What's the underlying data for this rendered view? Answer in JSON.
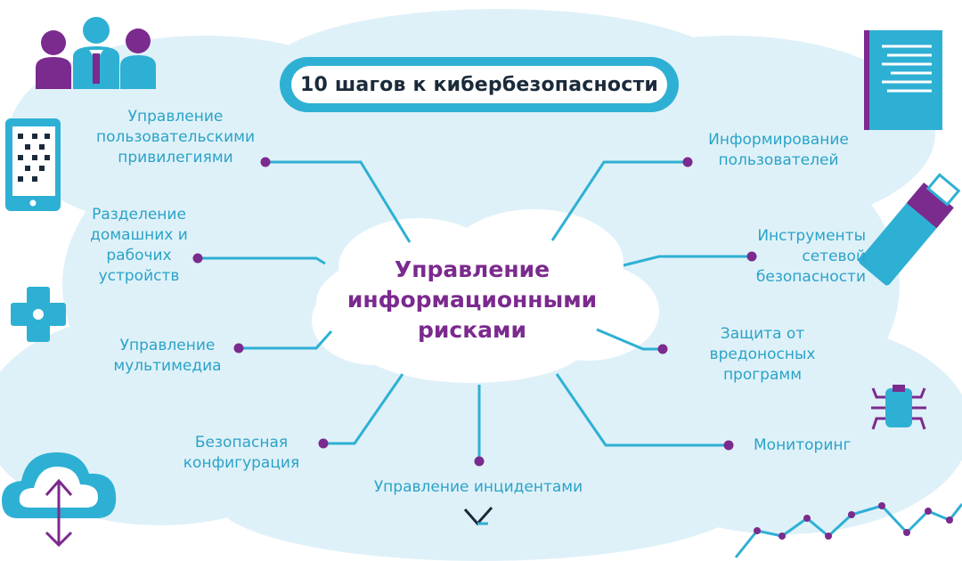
{
  "title": "10 шагов к кибербезопасности",
  "center": {
    "lines": [
      "Управление",
      "информационными",
      "рисками"
    ]
  },
  "items": {
    "user_privileges": [
      "Управление",
      "пользовательскими",
      "привилегиями"
    ],
    "home_work_devices": [
      "Разделение",
      "домашних и",
      "рабочих",
      "устройств"
    ],
    "multimedia": [
      "Управление",
      "мультимедиа"
    ],
    "secure_config": [
      "Безопасная",
      "конфигурация"
    ],
    "incidents": [
      "Управление инцидентами"
    ],
    "user_awareness": [
      "Информирование",
      "пользователей"
    ],
    "network_tools": [
      "Инструменты",
      "сетевой",
      "безопасности"
    ],
    "malware": [
      "Защита от",
      "вредоносных",
      "программ"
    ],
    "monitoring": [
      "Мониторинг"
    ]
  },
  "colors": {
    "accent_blue": "#2eb0d4",
    "label_blue": "#2aa3c9",
    "purple": "#7b2a8e",
    "cloud": "#dff1f8",
    "dark": "#1a2a3a"
  },
  "icons": [
    "people-icon",
    "tablet-icon",
    "gamepad-icon",
    "cloud-upload-icon",
    "document-icon",
    "usb-drive-icon",
    "bug-icon",
    "line-graph-icon"
  ]
}
